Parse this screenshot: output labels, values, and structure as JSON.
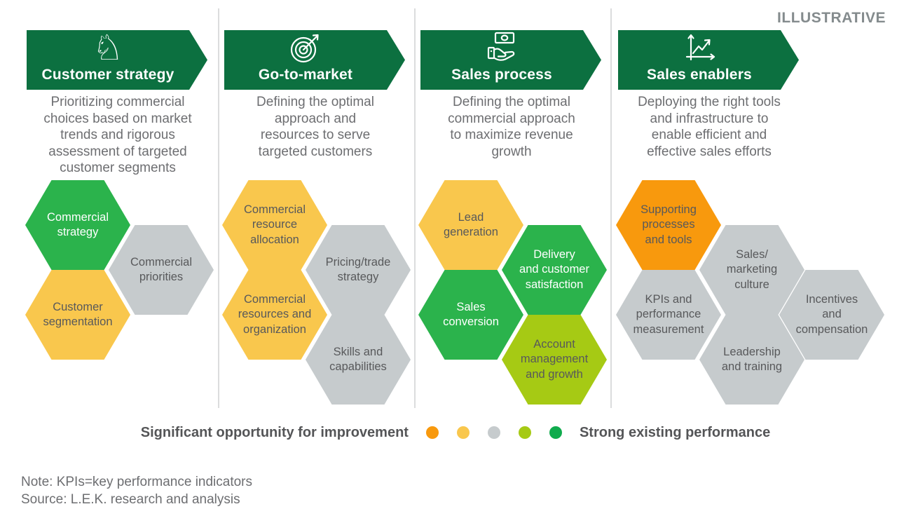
{
  "tag": "ILLUSTRATIVE",
  "palette": {
    "headerGreen": "#0c7040",
    "green": "#2bb34c",
    "yellow": "#f9c74d",
    "gray": "#c6cbcd",
    "orange": "#f8990d",
    "lime": "#a6ca14",
    "dotGreen": "#10ab4d",
    "textDark": "#58595b",
    "textGray": "#6d6e71",
    "legendText": "#545557",
    "divider": "#dbdcdd"
  },
  "columns": [
    {
      "title": "Customer strategy",
      "icon": "chess-knight-icon",
      "description": "Prioritizing commercial\nchoices based on market\ntrends and rigorous\nassessment of targeted\ncustomer segments",
      "hexes": [
        {
          "label": "Commercial\nstrategy",
          "status": "green"
        },
        {
          "label": "Commercial\npriorities",
          "status": "gray"
        },
        {
          "label": "Customer\nsegmentation",
          "status": "yellow"
        }
      ]
    },
    {
      "title": "Go-to-market",
      "icon": "target-arrow-icon",
      "description": "Defining the optimal\napproach and\nresources to serve\ntargeted customers",
      "hexes": [
        {
          "label": "Commercial\nresource\nallocation",
          "status": "yellow"
        },
        {
          "label": "Pricing/trade\nstrategy",
          "status": "gray"
        },
        {
          "label": "Commercial\nresources and\norganization",
          "status": "yellow"
        },
        {
          "label": "Skills and\ncapabilities",
          "status": "gray"
        }
      ]
    },
    {
      "title": "Sales process",
      "icon": "money-hand-icon",
      "description": "Defining the optimal\ncommercial approach\nto maximize revenue\ngrowth",
      "hexes": [
        {
          "label": "Lead\ngeneration",
          "status": "yellow"
        },
        {
          "label": "Delivery\nand customer\nsatisfaction",
          "status": "green"
        },
        {
          "label": "Sales\nconversion",
          "status": "green"
        },
        {
          "label": "Account\nmanagement\nand growth",
          "status": "lime"
        }
      ]
    },
    {
      "title": "Sales enablers",
      "icon": "line-chart-icon",
      "description": "Deploying the right tools\nand infrastructure to\nenable efficient and\neffective sales efforts",
      "hexes": [
        {
          "label": "Supporting\nprocesses\nand tools",
          "status": "orange"
        },
        {
          "label": "Sales/\nmarketing\nculture",
          "status": "gray"
        },
        {
          "label": "KPIs and\nperformance\nmeasurement",
          "status": "gray"
        },
        {
          "label": "Incentives\nand\ncompensation",
          "status": "gray"
        },
        {
          "label": "Leadership\nand training",
          "status": "gray"
        }
      ]
    }
  ],
  "legend": {
    "left_label": "Significant opportunity for improvement",
    "right_label": "Strong existing performance",
    "scale": [
      "orange",
      "yellow",
      "gray",
      "lime",
      "dotGreen"
    ]
  },
  "footnotes": {
    "note": "Note: KPIs=key performance indicators",
    "source": "Source: L.E.K. research and analysis"
  }
}
